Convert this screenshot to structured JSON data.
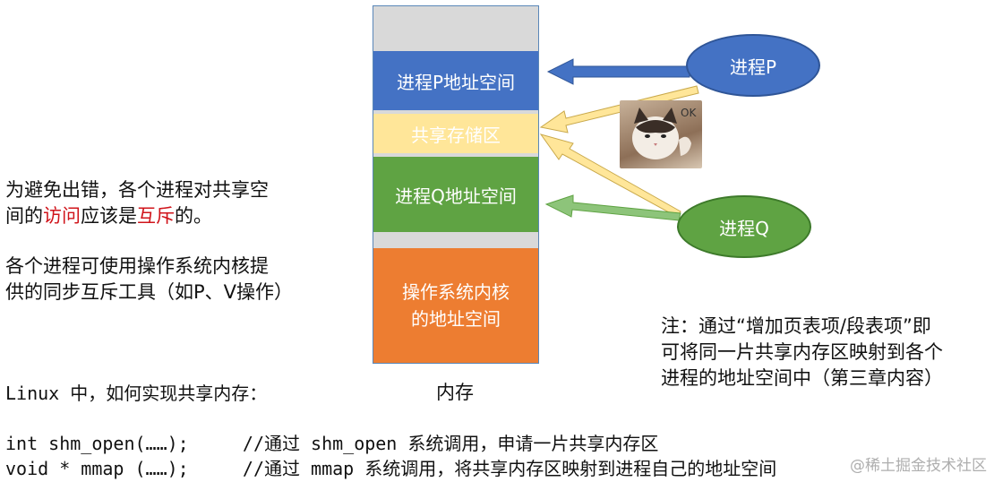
{
  "left_text": {
    "line1": "为避免出错，各个进程对共享空",
    "line2_a": "间的",
    "line2_red1": "访问",
    "line2_b": "应该是",
    "line2_red2": "互斥",
    "line2_c": "的。",
    "para2_line1": "各个进程可使用操作系统内核提",
    "para2_line2": "供的同步互斥工具（如P、V操作）"
  },
  "memory": {
    "seg_p": "进程P地址空间",
    "seg_shared": "共享存储区",
    "seg_q": "进程Q地址空间",
    "seg_os": "操作系统内核的地址空间",
    "caption": "内存"
  },
  "processes": {
    "p": "进程P",
    "q": "进程Q"
  },
  "note": {
    "line1": "注：通过“增加页表项/段表项”即",
    "line2": "可将同一片共享内存区映射到各个",
    "line3": "进程的地址空间中（第三章内容）"
  },
  "linux": {
    "question": "Linux 中，如何实现共享内存：",
    "code1": "int shm_open(……);     //通过 shm_open 系统调用，申请一片共享内存区",
    "code2": "void * mmap (……);     //通过 mmap 系统调用，将共享内存区映射到进程自己的地址空间"
  },
  "image": {
    "icon": "cat-ok-sticker-icon"
  },
  "watermark": "@稀土掘金技术社区",
  "colors": {
    "blue": "#4472c4",
    "green": "#5fa343",
    "yellow": "#ffe699",
    "orange": "#ed7d31",
    "red": "#d0141b"
  }
}
